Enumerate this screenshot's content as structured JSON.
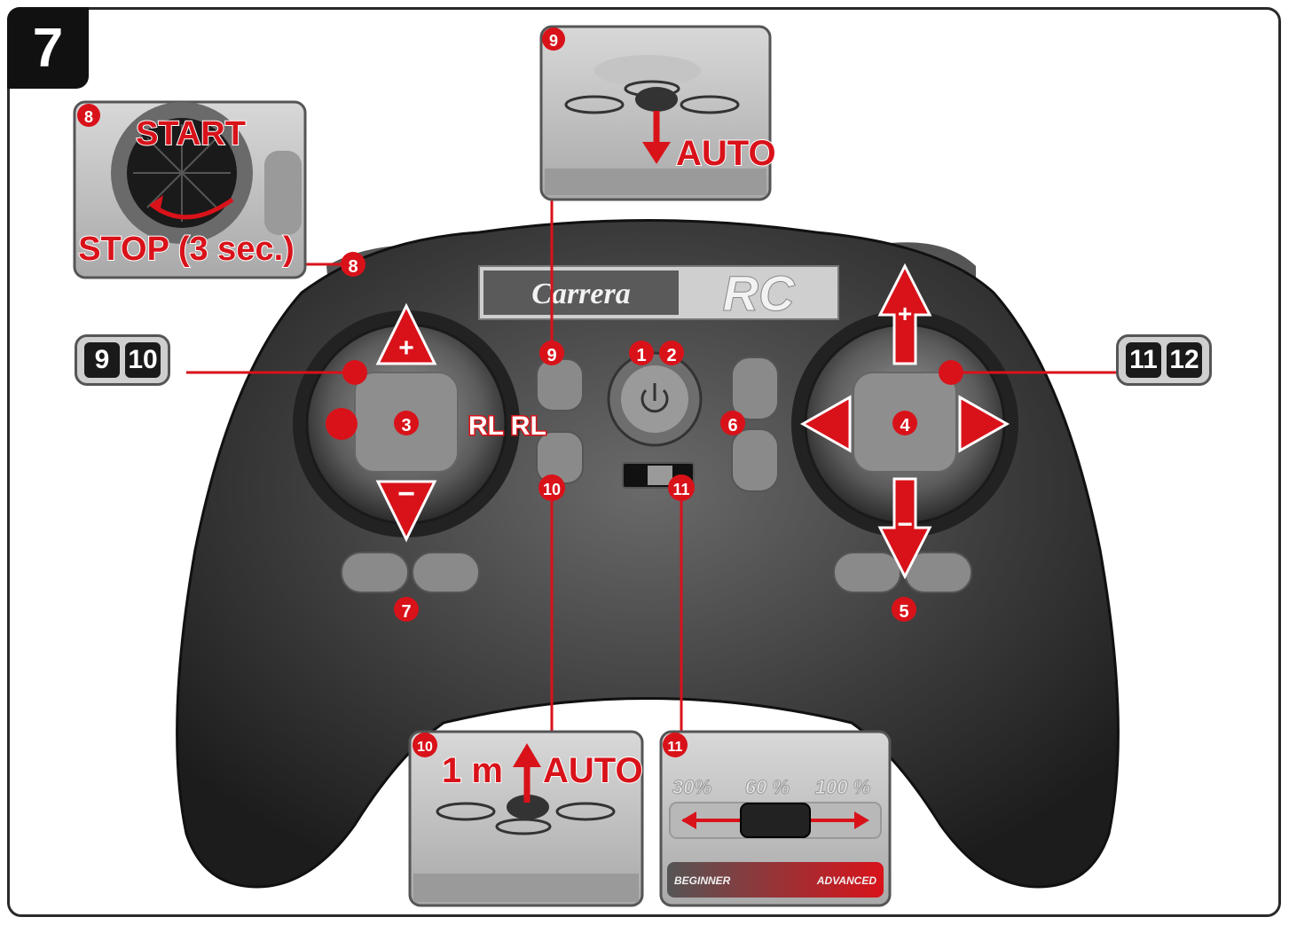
{
  "figure_number": "7",
  "brand": {
    "logo_left": "Carrera",
    "logo_right": "RC"
  },
  "badges": {
    "left": [
      "9",
      "10"
    ],
    "right": [
      "11",
      "12"
    ]
  },
  "callouts": {
    "c1": "1",
    "c2": "2",
    "c3": "3",
    "c4": "4",
    "c5": "5",
    "c6": "6",
    "c7": "7",
    "c8": "8",
    "c9": "9",
    "c10": "10",
    "c11": "11"
  },
  "joystick_labels": {
    "plus": "+",
    "minus": "−",
    "rl": "RL RL"
  },
  "inset_8": {
    "number": "8",
    "start": "START",
    "stop": "STOP (3 sec.)"
  },
  "inset_9": {
    "number": "9",
    "auto": "AUTO"
  },
  "inset_10": {
    "number": "10",
    "height": "1 m",
    "auto": "AUTO"
  },
  "inset_11": {
    "number": "11",
    "speeds": [
      "30%",
      "60 %",
      "100 %"
    ],
    "beginner": "BEGINNER",
    "advanced": "ADVANCED"
  },
  "colors": {
    "accent_red": "#d9121a",
    "body_dark": "#3a3a3a",
    "inset_gray": "#cfcfcf"
  }
}
